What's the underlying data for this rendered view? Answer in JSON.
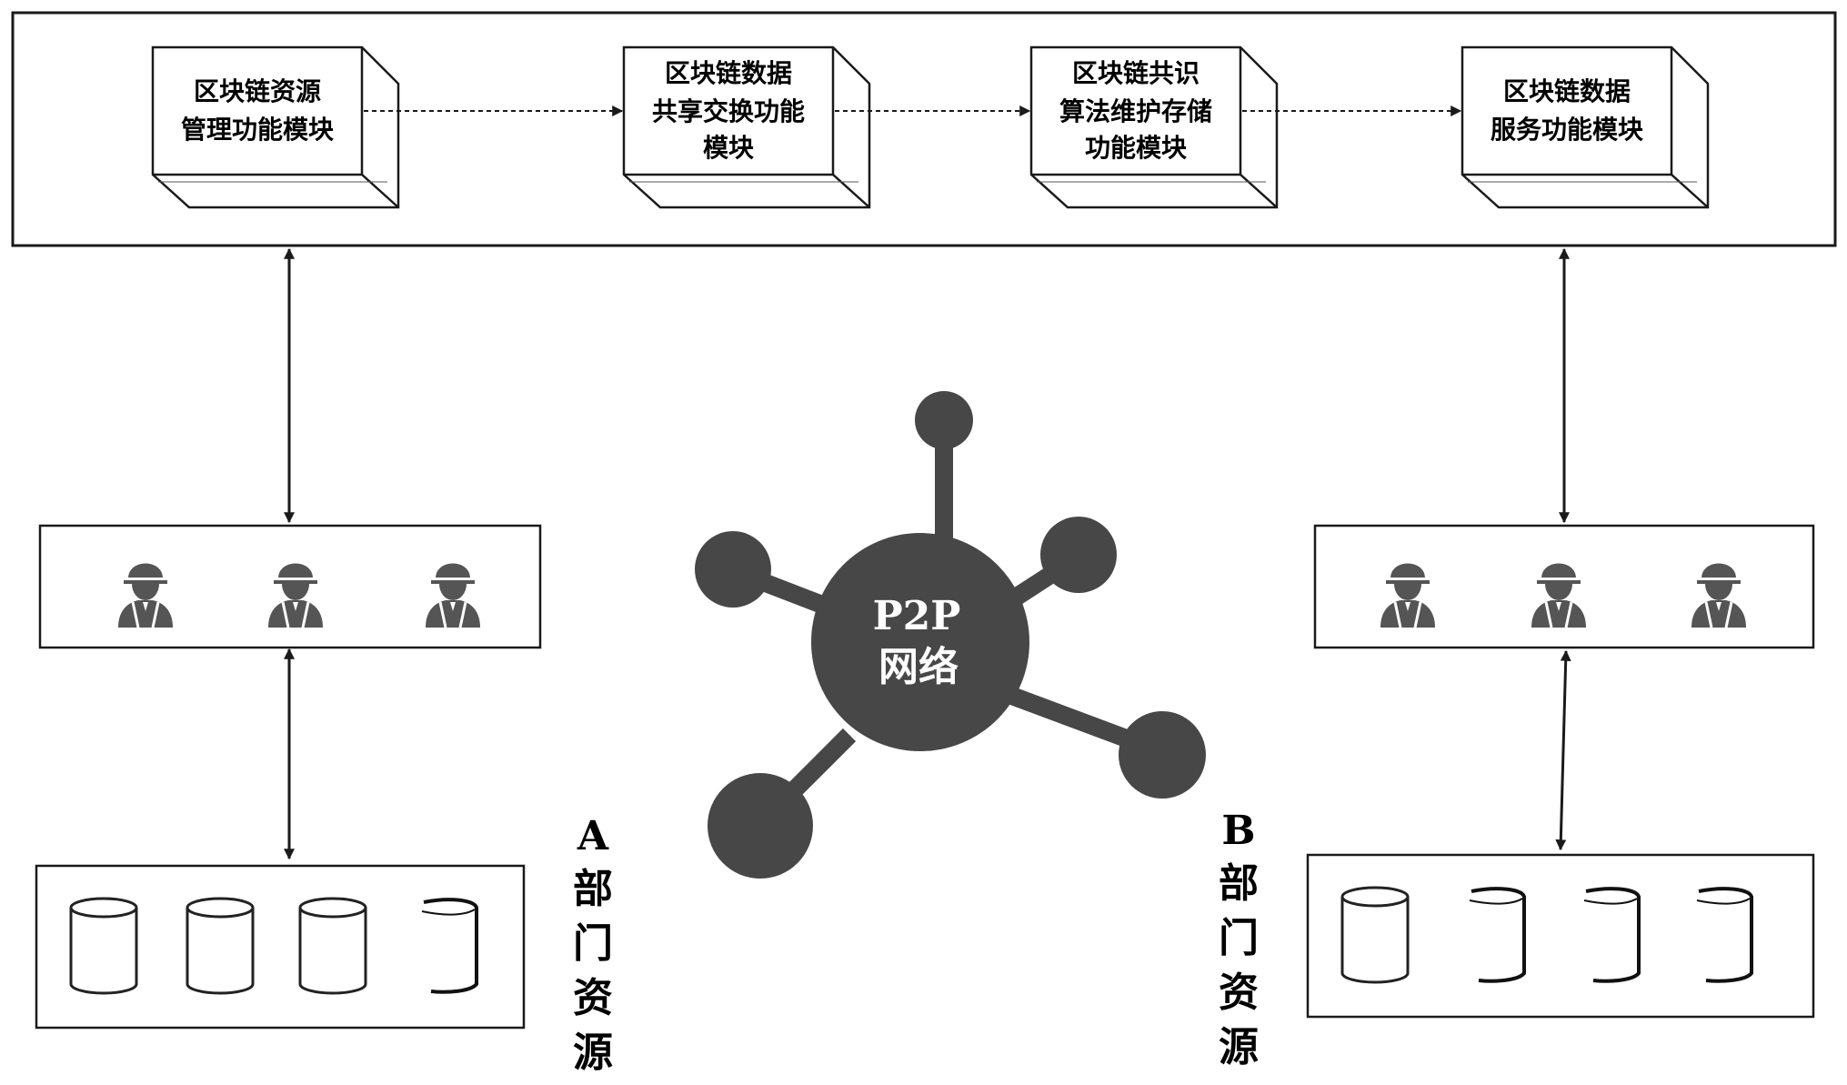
{
  "modules": [
    {
      "lines": [
        "区块链资源",
        "管理功能模块"
      ]
    },
    {
      "lines": [
        "区块链数据",
        "共享交换功能",
        "模块"
      ]
    },
    {
      "lines": [
        "区块链共识",
        "算法维护存储",
        "功能模块"
      ]
    },
    {
      "lines": [
        "区块链数据",
        "服务功能模块"
      ]
    }
  ],
  "network": {
    "label_line1": "P2P",
    "label_line2": "网络"
  },
  "department_a": {
    "letter": "A",
    "chars": [
      "部",
      "门",
      "资",
      "源"
    ]
  },
  "department_b": {
    "letter": "B",
    "chars": [
      "部",
      "门",
      "资",
      "源"
    ]
  },
  "icons": {
    "user": "worker-helmet-icon",
    "database": "database-cylinder-icon"
  },
  "colors": {
    "line": "#1a1a1a",
    "node": "#474747",
    "user_fill": "#555555",
    "node_text": "#ffffff"
  }
}
